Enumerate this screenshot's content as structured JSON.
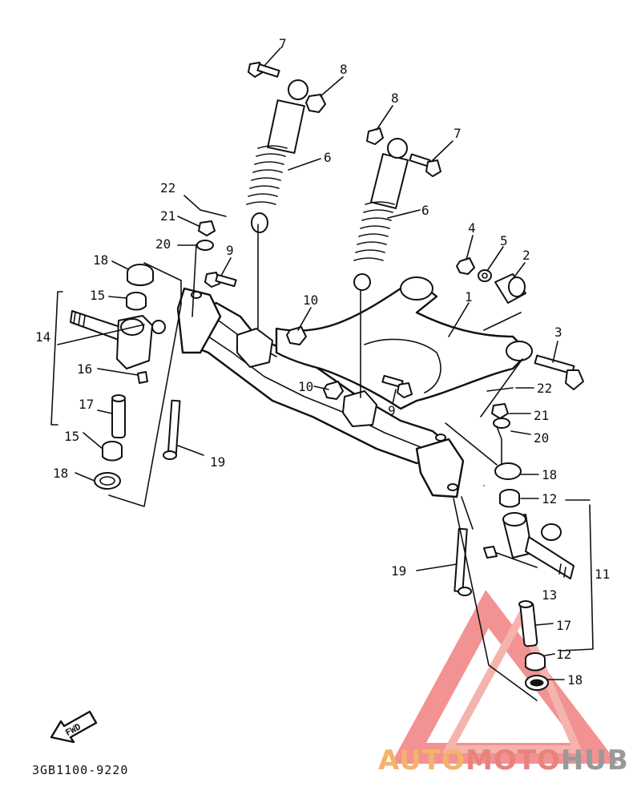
{
  "diagram": {
    "part_code": "3GB1100-9220",
    "fwd_label": "FWD",
    "callouts": {
      "c7a": "7",
      "c8a": "8",
      "c8b": "8",
      "c7b": "7",
      "c6a": "6",
      "c6b": "6",
      "c22a": "22",
      "c21a": "21",
      "c20a": "20",
      "c9a": "9",
      "c10a": "10",
      "c4": "4",
      "c5": "5",
      "c2": "2",
      "c18a": "18",
      "c15a": "15",
      "c14": "14",
      "c16": "16",
      "c17a": "17",
      "c15b": "15",
      "c18b": "18",
      "c19a": "19",
      "c1": "1",
      "c3": "3",
      "c10b": "10",
      "c9b": "9",
      "c22b": "22",
      "c21b": "21",
      "c20b": "20",
      "c18c": "18",
      "c12a": "12",
      "c11": "11",
      "c13": "13",
      "c19b": "19",
      "c17b": "17",
      "c12b": "12",
      "c18d": "18"
    }
  },
  "watermark": {
    "part1": "AUTO",
    "part2": "MOTO",
    "part3": "HUB",
    "color1": "#f6b26b",
    "color2": "#e8837c",
    "color3": "#999999",
    "triangle_color": "#ee6e6e"
  }
}
